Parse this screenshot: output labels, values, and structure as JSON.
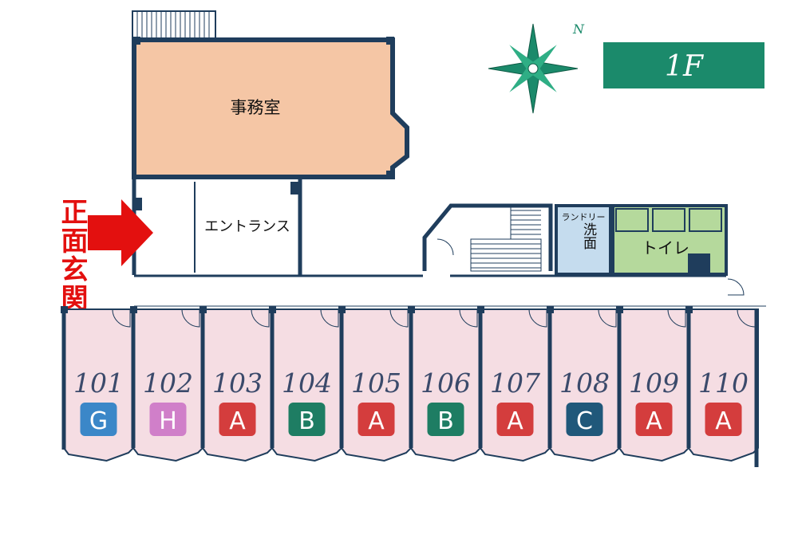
{
  "floor_label": "1F",
  "compass": {
    "letter": "N",
    "icon": "compass-rose-icon"
  },
  "entrance_label": "正面玄関",
  "rooms": {
    "office": "事務室",
    "entrance": "エントランス",
    "laundry": "ランドリー",
    "washroom": "洗面",
    "toilet": "トイレ"
  },
  "units": [
    {
      "number": "101",
      "type": "G",
      "color": "#3b87c8"
    },
    {
      "number": "102",
      "type": "H",
      "color": "#d07fc9"
    },
    {
      "number": "103",
      "type": "A",
      "color": "#d43d3d"
    },
    {
      "number": "104",
      "type": "B",
      "color": "#1e7d63"
    },
    {
      "number": "105",
      "type": "A",
      "color": "#d43d3d"
    },
    {
      "number": "106",
      "type": "B",
      "color": "#1e7d63"
    },
    {
      "number": "107",
      "type": "A",
      "color": "#d43d3d"
    },
    {
      "number": "108",
      "type": "C",
      "color": "#20587a"
    },
    {
      "number": "109",
      "type": "A",
      "color": "#d43d3d"
    },
    {
      "number": "110",
      "type": "A",
      "color": "#d43d3d"
    }
  ],
  "colors": {
    "wall": "#1f3d5c",
    "unit_fill": "#f5dde3",
    "office_fill": "#f5c6a5",
    "toilet_fill": "#b5d99c",
    "laundry_fill": "#c5dcee",
    "floor_badge": "#1b8a6b",
    "arrow": "#e3100f"
  }
}
